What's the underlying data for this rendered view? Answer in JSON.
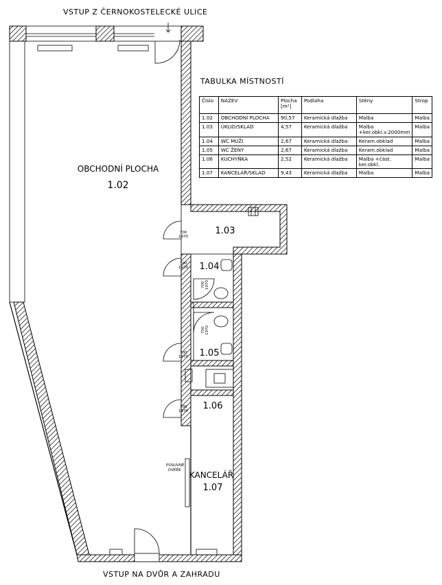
{
  "labels": {
    "entrance_top": "VSTUP Z ČERNOKOSTELECKÉ ULICE",
    "entrance_bottom": "VSTUP NA DVŮR A ZAHRADU",
    "table_title": "TABULKA MÍSTNOSTÍ",
    "sliding_door_line1": "POSUVNÉ",
    "sliding_door_line2": "DVEŘE",
    "door_width": "700",
    "door_height": "1970"
  },
  "rooms_on_plan": [
    {
      "name": "OBCHODNÍ PLOCHA",
      "number": "1.02"
    },
    {
      "name": "",
      "number": "1.03"
    },
    {
      "name": "",
      "number": "1.04"
    },
    {
      "name": "",
      "number": "1.05"
    },
    {
      "name": "",
      "number": "1.06"
    },
    {
      "name": "KANCELÁŘ",
      "number": "1.07"
    }
  ],
  "table": {
    "headers": [
      "Číslo",
      "NÁZEV",
      "Plocha [m²]",
      "Podlaha",
      "Stěny",
      "Strop"
    ],
    "rows": [
      [
        "1.02",
        "OBCHODNÍ PLOCHA",
        "90,57",
        "Keramická dlažba",
        "Malba",
        "Malba"
      ],
      [
        "1.03",
        "ÚKLID/SKLAD",
        "4,57",
        "Keramická dlažba",
        "Malba +ker.obkl.v.2000mm",
        "Malba"
      ],
      [
        "1.04",
        "WC MUŽI",
        "2,67",
        "Keramická dlažba",
        "Keram.obklad",
        "Malba"
      ],
      [
        "1.05",
        "WC ŽENY",
        "2,67",
        "Keramická dlažba",
        "Keram.obklad",
        "Malba"
      ],
      [
        "1.06",
        "KUCHYŇKA",
        "2,52",
        "Keramická dlažba",
        "Malba +část. ker.obkl.",
        "Malba"
      ],
      [
        "1.07",
        "KANCELÁŘ/SKLAD",
        "9,43",
        "Keramická dlažba",
        "Malba",
        "Malba"
      ]
    ]
  }
}
